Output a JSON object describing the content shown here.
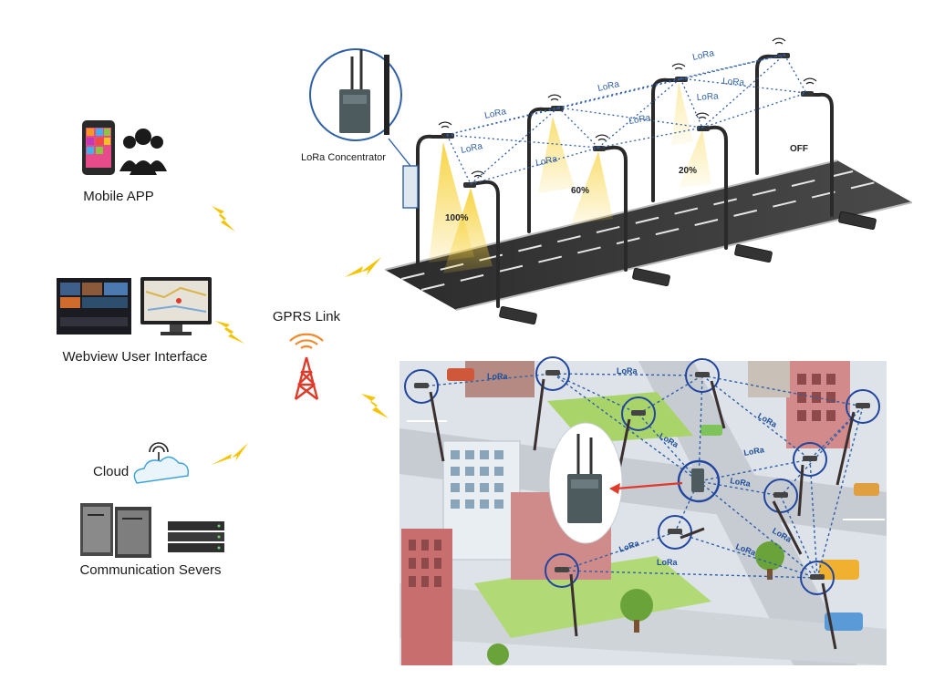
{
  "labels": {
    "mobile_app": "Mobile APP",
    "webview": "Webview User Interface",
    "cloud": "Cloud",
    "servers": "Communication Severs",
    "gprs": "GPRS Link",
    "concentrator": "LoRa Concentrator",
    "lora": "LoRa"
  },
  "dimming": {
    "level_100": "100%",
    "level_60": "60%",
    "level_20": "20%",
    "level_off": "OFF"
  },
  "colors": {
    "link_blue": "#2f5fa8",
    "bolt_yellow": "#f5c400",
    "tower_red": "#e03a2a",
    "beam_yellow": "#f7d23a",
    "road_gray": "#3a3a3a"
  }
}
